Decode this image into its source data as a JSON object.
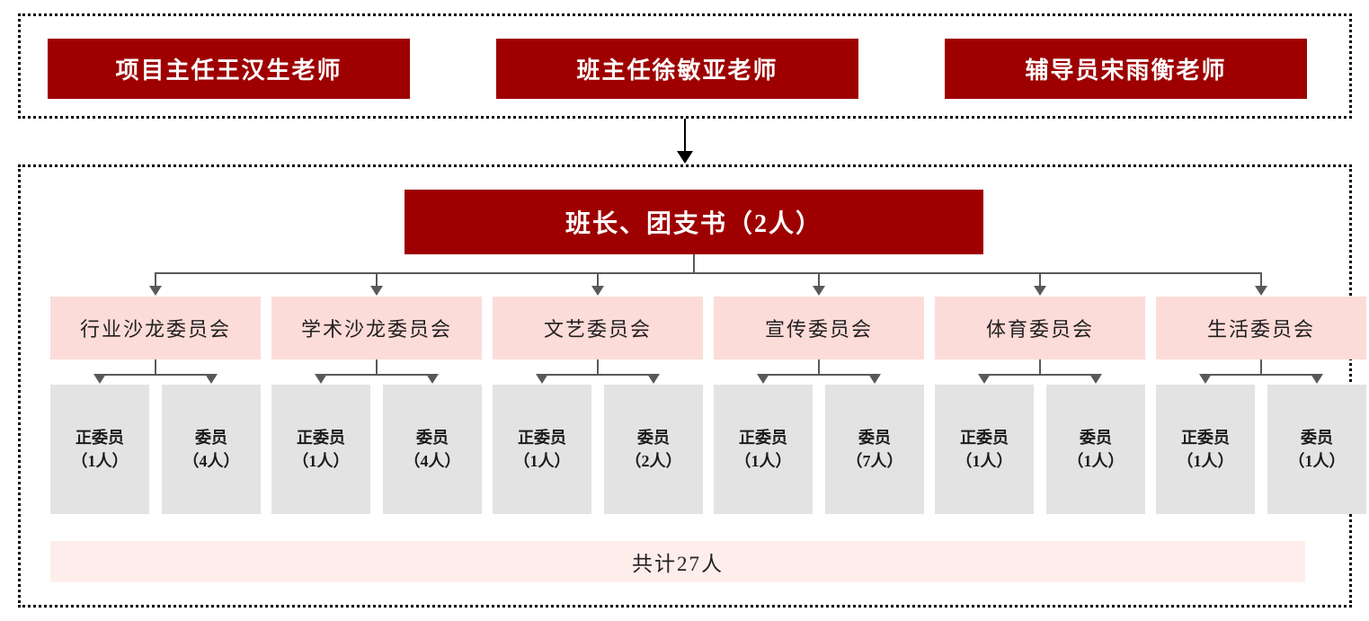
{
  "faculty": {
    "members": [
      {
        "label": "项目主任王汉生老师"
      },
      {
        "label": "班主任徐敏亚老师"
      },
      {
        "label": "辅导员宋雨衡老师"
      }
    ]
  },
  "leadership": {
    "label": "班长、团支书（2人）"
  },
  "committees": [
    {
      "name": "行业沙龙委员会",
      "members": [
        {
          "role": "正委员",
          "count": "（1人）"
        },
        {
          "role": "委员",
          "count": "（4人）"
        }
      ]
    },
    {
      "name": "学术沙龙委员会",
      "members": [
        {
          "role": "正委员",
          "count": "（1人）"
        },
        {
          "role": "委员",
          "count": "（4人）"
        }
      ]
    },
    {
      "name": "文艺委员会",
      "members": [
        {
          "role": "正委员",
          "count": "（1人）"
        },
        {
          "role": "委员",
          "count": "（2人）"
        }
      ]
    },
    {
      "name": "宣传委员会",
      "members": [
        {
          "role": "正委员",
          "count": "（1人）"
        },
        {
          "role": "委员",
          "count": "（7人）"
        }
      ]
    },
    {
      "name": "体育委员会",
      "members": [
        {
          "role": "正委员",
          "count": "（1人）"
        },
        {
          "role": "委员",
          "count": "（1人）"
        }
      ]
    },
    {
      "name": "生活委员会",
      "members": [
        {
          "role": "正委员",
          "count": "（1人）"
        },
        {
          "role": "委员",
          "count": "（1人）"
        }
      ]
    }
  ],
  "total": {
    "label": "共计27人"
  },
  "colors": {
    "red": "#9e0000",
    "pink": "#fcdcd8",
    "pink_light": "#fdeeec",
    "gray": "#e3e3e3",
    "connector": "#595959",
    "border": "#000000"
  }
}
